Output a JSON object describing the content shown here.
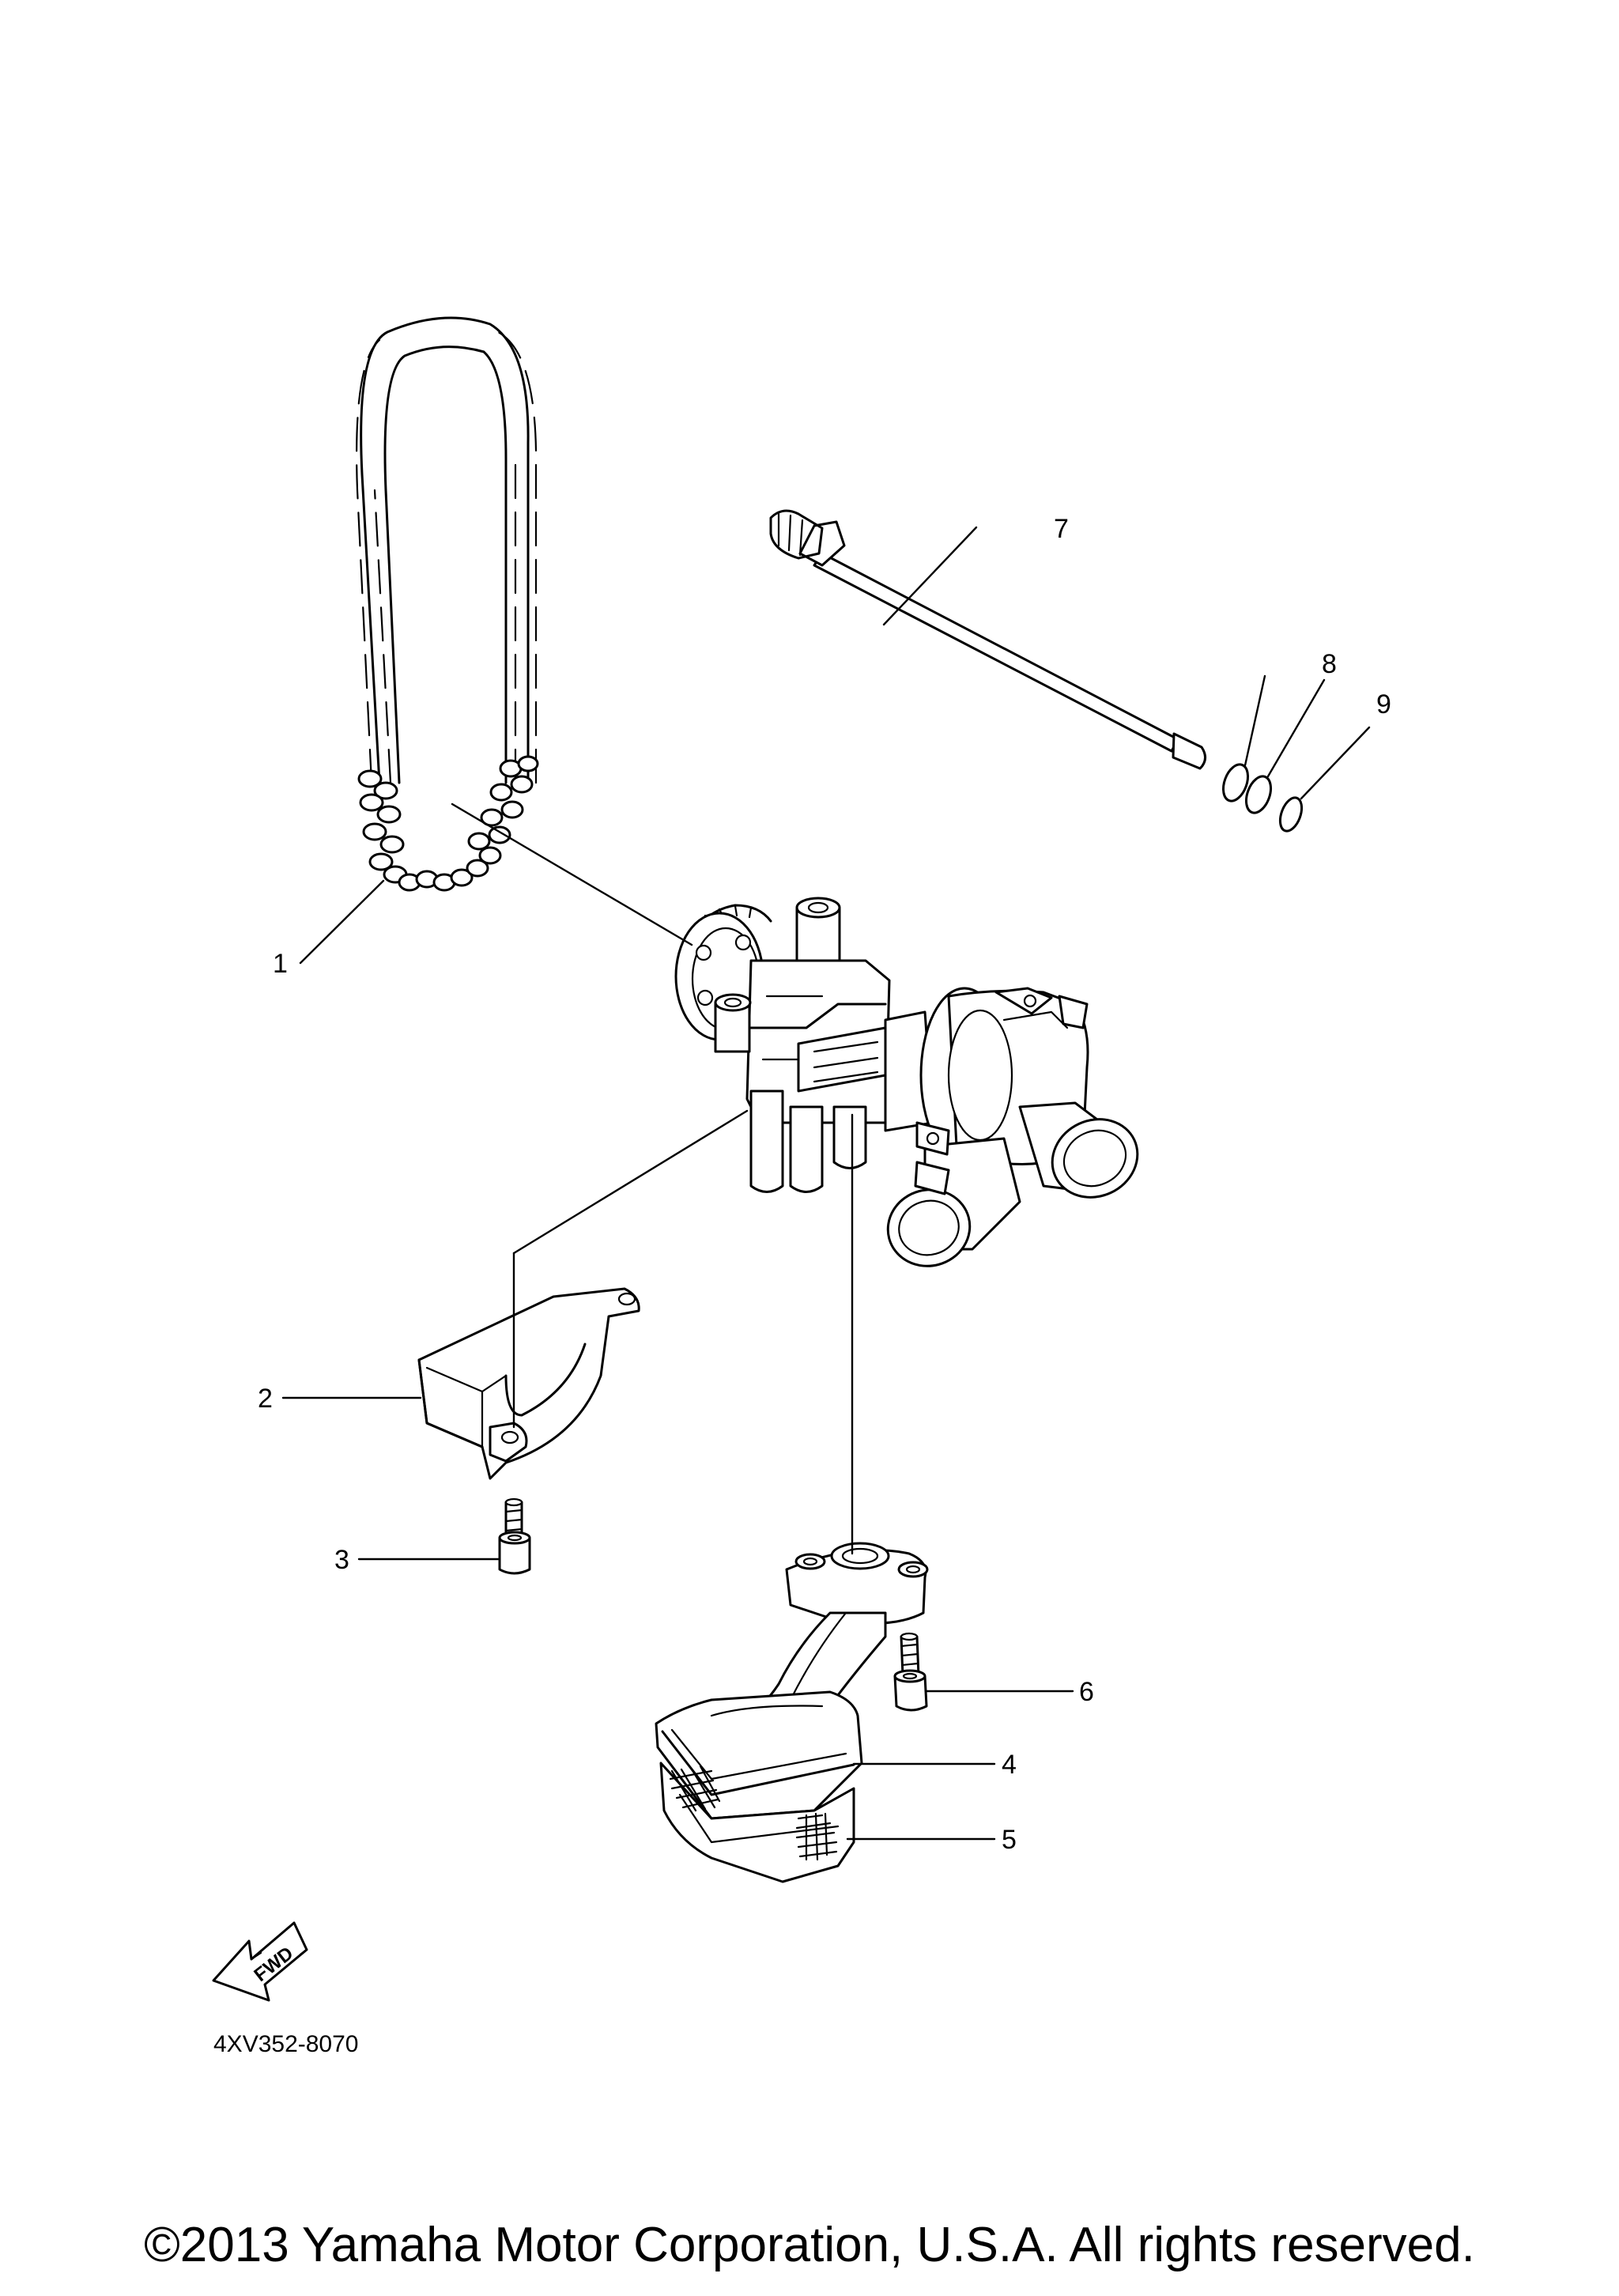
{
  "diagram": {
    "callouts": {
      "c1": "1",
      "c2": "2",
      "c3": "3",
      "c4": "4",
      "c5": "5",
      "c6": "6",
      "c7": "7",
      "c8": "8",
      "c9": "9"
    },
    "fwd_label": "FWD",
    "part_code": "4XV352-8070"
  },
  "footer": {
    "copyright": "©2013 Yamaha Motor Corporation, U.S.A. All rights reserved."
  }
}
